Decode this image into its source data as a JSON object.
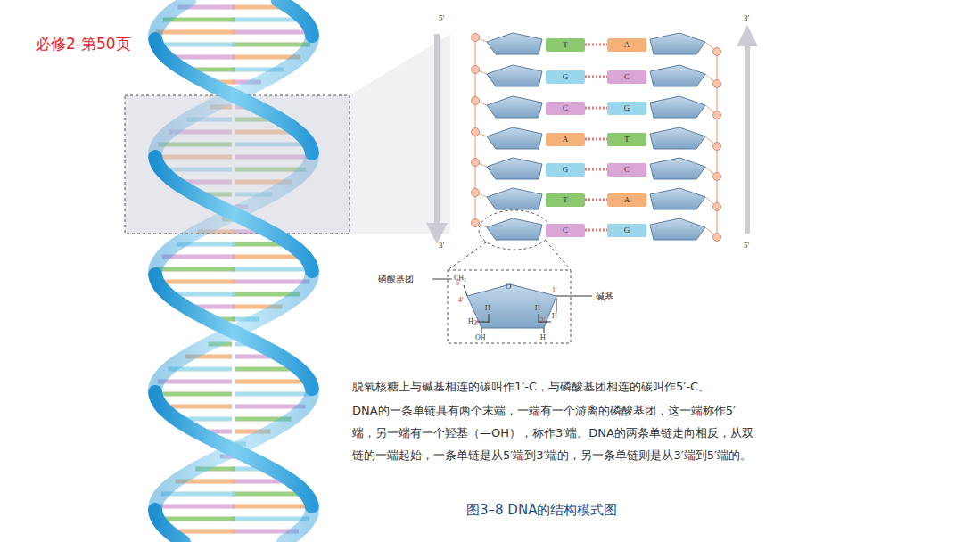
{
  "diagram": {
    "caption": "图3–8 DNA的结构模式图",
    "nodes": [
      {
        "text": [
          "T"
        ]
      },
      {
        "text": [
          "A"
        ]
      },
      {
        "text": [
          "G"
        ]
      },
      {
        "text": [
          "C"
        ]
      },
      {
        "text": [
          "C"
        ]
      },
      {
        "text": [
          "G"
        ]
      },
      {
        "text": [
          "A"
        ]
      },
      {
        "text": [
          "T"
        ]
      },
      {
        "text": [
          "G"
        ]
      },
      {
        "text": [
          "C"
        ]
      },
      {
        "text": [
          "T"
        ]
      },
      {
        "text": [
          "A"
        ]
      },
      {
        "text": [
          "C"
        ]
      },
      {
        "text": [
          "G"
        ]
      }
    ],
    "edges": [
      {
        "from": 0,
        "to": 1,
        "arrow": "none"
      },
      {
        "from": 2,
        "to": 3,
        "arrow": "none"
      },
      {
        "from": 4,
        "to": 5,
        "arrow": "none"
      },
      {
        "from": 6,
        "to": 7,
        "arrow": "none"
      },
      {
        "from": 8,
        "to": 9,
        "arrow": "none"
      },
      {
        "from": 10,
        "to": 11,
        "arrow": "none"
      },
      {
        "from": 12,
        "to": 13,
        "arrow": "none"
      }
    ],
    "labels": [
      "必修2-第50页",
      "5′",
      "3′",
      "3′",
      "5′",
      "磷酸基团",
      "CH₂",
      "O",
      "5′",
      "4′",
      "1′",
      "3′",
      "2′",
      "H",
      "H",
      "H",
      "H",
      "OH",
      "H",
      "碱基",
      "脱氧核糖上与碱基相连的碳叫作1′-C，与磷酸基团相连的碳叫作5′-C。",
      "DNA的一条单链具有两个末端，一端有一个游离的磷酸基团，这一端称作5′端，另一端有一个羟基（—OH），称作3′端。DNA的两条单链走向相反，从双链的一端起始，一条单链是从5′端到3′端的，另一条单链则是从3′端到5′端的。"
    ]
  }
}
